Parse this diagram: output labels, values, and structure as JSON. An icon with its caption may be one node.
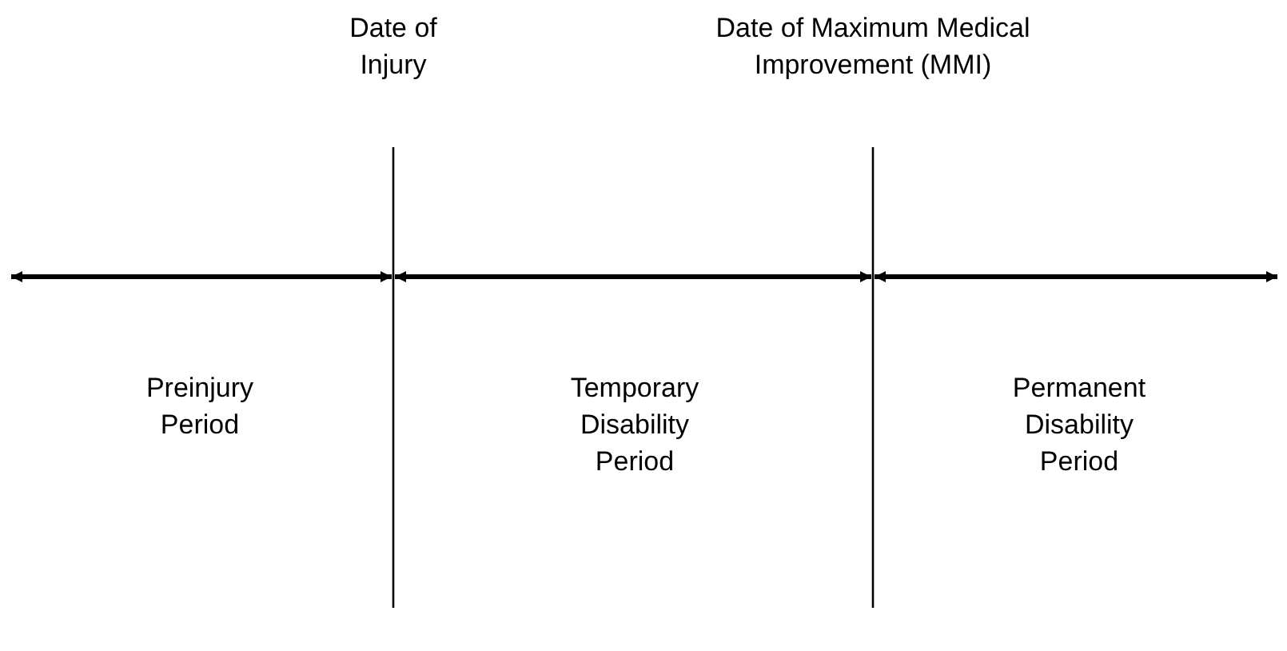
{
  "diagram": {
    "labels": [
      "Date of Injury",
      "Date of Maximum Medical Improvement (MMI)",
      "Preinjury Period",
      "Temporary Disability Period",
      "Permanent Disability Period"
    ]
  }
}
